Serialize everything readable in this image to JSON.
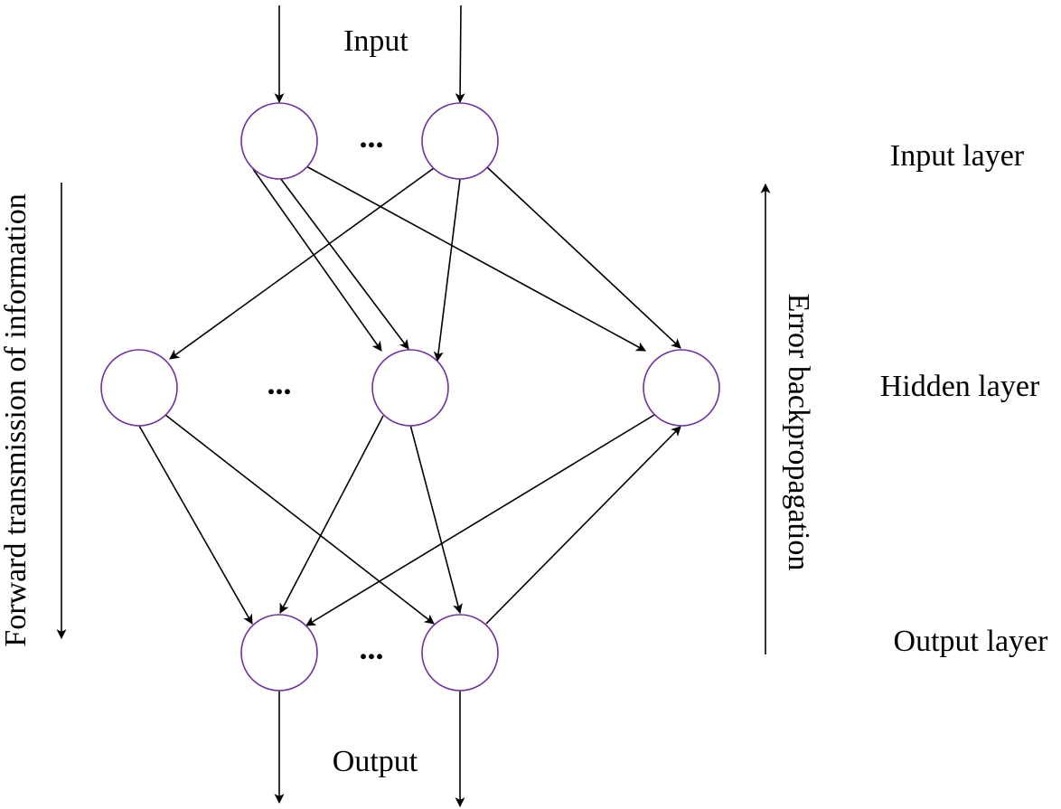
{
  "labels": {
    "input": "Input",
    "output": "Output",
    "input_layer": "Input layer",
    "hidden_layer": "Hidden layer",
    "output_layer": "Output layer",
    "forward": "Forward transmission of information",
    "backprop": "Error backpropagation",
    "ellipsis": "..."
  },
  "colors": {
    "node_stroke": "#7030a0",
    "edge": "#000000",
    "background": "#ffffff"
  }
}
